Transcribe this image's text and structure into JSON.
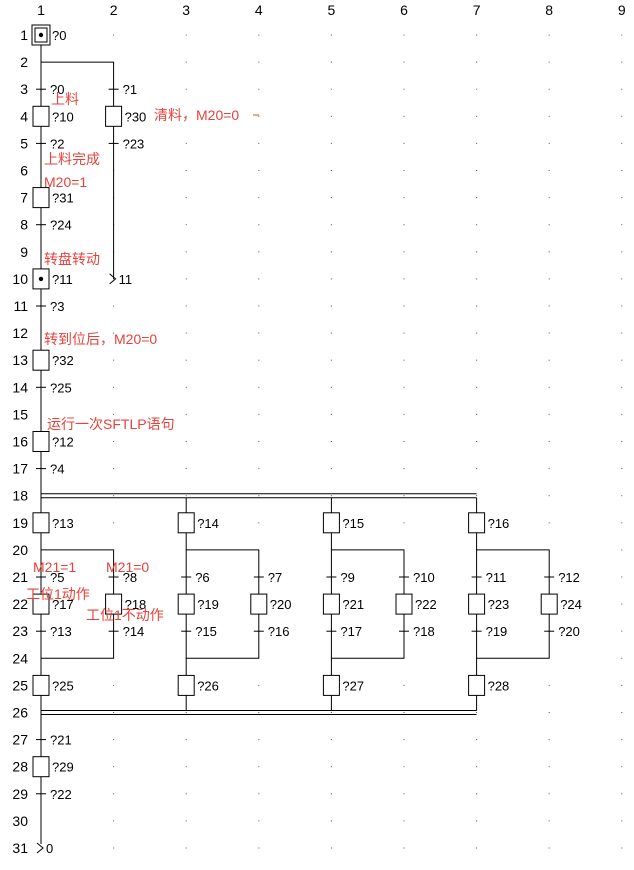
{
  "column_headers": [
    "1",
    "2",
    "3",
    "4",
    "5",
    "6",
    "7",
    "8",
    "9"
  ],
  "row_numbers": [
    "1",
    "2",
    "3",
    "4",
    "5",
    "6",
    "7",
    "8",
    "9",
    "10",
    "11",
    "12",
    "13",
    "14",
    "15",
    "16",
    "17",
    "18",
    "19",
    "20",
    "21",
    "22",
    "23",
    "24",
    "25",
    "26",
    "27",
    "28",
    "29",
    "30",
    "31"
  ],
  "steps": [
    {
      "col": 1,
      "row": 1,
      "label": "?0",
      "kind": "initial"
    },
    {
      "col": 1,
      "row": 4,
      "label": "?10"
    },
    {
      "col": 2,
      "row": 4,
      "label": "?30"
    },
    {
      "col": 1,
      "row": 7,
      "label": "?31"
    },
    {
      "col": 1,
      "row": 10,
      "label": "?11",
      "kind": "active"
    },
    {
      "col": 1,
      "row": 13,
      "label": "?32"
    },
    {
      "col": 1,
      "row": 16,
      "label": "?12"
    },
    {
      "col": 1,
      "row": 19,
      "label": "?13"
    },
    {
      "col": 3,
      "row": 19,
      "label": "?14"
    },
    {
      "col": 5,
      "row": 19,
      "label": "?15"
    },
    {
      "col": 7,
      "row": 19,
      "label": "?16"
    },
    {
      "col": 1,
      "row": 22,
      "label": "?17"
    },
    {
      "col": 2,
      "row": 22,
      "label": "?18"
    },
    {
      "col": 3,
      "row": 22,
      "label": "?19"
    },
    {
      "col": 4,
      "row": 22,
      "label": "?20"
    },
    {
      "col": 5,
      "row": 22,
      "label": "?21"
    },
    {
      "col": 6,
      "row": 22,
      "label": "?22"
    },
    {
      "col": 7,
      "row": 22,
      "label": "?23"
    },
    {
      "col": 8,
      "row": 22,
      "label": "?24"
    },
    {
      "col": 1,
      "row": 25,
      "label": "?25"
    },
    {
      "col": 3,
      "row": 25,
      "label": "?26"
    },
    {
      "col": 5,
      "row": 25,
      "label": "?27"
    },
    {
      "col": 7,
      "row": 25,
      "label": "?28"
    },
    {
      "col": 1,
      "row": 28,
      "label": "?29"
    }
  ],
  "transitions": [
    {
      "col": 1,
      "row": 3,
      "label": "?0"
    },
    {
      "col": 2,
      "row": 3,
      "label": "?1"
    },
    {
      "col": 1,
      "row": 5,
      "label": "?2"
    },
    {
      "col": 2,
      "row": 5,
      "label": "?23"
    },
    {
      "col": 1,
      "row": 8,
      "label": "?24"
    },
    {
      "col": 1,
      "row": 11,
      "label": "?3"
    },
    {
      "col": 1,
      "row": 14,
      "label": "?25"
    },
    {
      "col": 1,
      "row": 17,
      "label": "?4"
    },
    {
      "col": 1,
      "row": 21,
      "label": "?5"
    },
    {
      "col": 2,
      "row": 21,
      "label": "?8"
    },
    {
      "col": 3,
      "row": 21,
      "label": "?6"
    },
    {
      "col": 4,
      "row": 21,
      "label": "?7"
    },
    {
      "col": 5,
      "row": 21,
      "label": "?9"
    },
    {
      "col": 6,
      "row": 21,
      "label": "?10"
    },
    {
      "col": 7,
      "row": 21,
      "label": "?11"
    },
    {
      "col": 8,
      "row": 21,
      "label": "?12"
    },
    {
      "col": 1,
      "row": 23,
      "label": "?13"
    },
    {
      "col": 2,
      "row": 23,
      "label": "?14"
    },
    {
      "col": 3,
      "row": 23,
      "label": "?15"
    },
    {
      "col": 4,
      "row": 23,
      "label": "?16"
    },
    {
      "col": 5,
      "row": 23,
      "label": "?17"
    },
    {
      "col": 6,
      "row": 23,
      "label": "?18"
    },
    {
      "col": 7,
      "row": 23,
      "label": "?19"
    },
    {
      "col": 8,
      "row": 23,
      "label": "?20"
    },
    {
      "col": 1,
      "row": 27,
      "label": "?21"
    },
    {
      "col": 1,
      "row": 29,
      "label": "?22"
    }
  ],
  "jumps": [
    {
      "col": 2,
      "row": 10,
      "target": "11"
    },
    {
      "col": 1,
      "row": 31,
      "target": "0"
    }
  ],
  "annotations": [
    {
      "text": "上料",
      "at": "step-10"
    },
    {
      "text": "清料，M20=0",
      "at": "step-30"
    },
    {
      "text": "上料完成",
      "at": "row-6a"
    },
    {
      "text": "M20=1",
      "at": "row-6b"
    },
    {
      "text": "转盘转动",
      "at": "row-9"
    },
    {
      "text": "转到位后，M20=0",
      "at": "row-12"
    },
    {
      "text": "运行一次SFTLP语句",
      "at": "row-15"
    },
    {
      "text": "M21=1",
      "at": "row-20a"
    },
    {
      "text": "M21=0",
      "at": "row-20b"
    },
    {
      "text": "工位1动作",
      "at": "row-22a"
    },
    {
      "text": "工位1不动作",
      "at": "row-22b"
    }
  ],
  "colors": {
    "annotation": "#e8413a",
    "line": "#000000",
    "background": "#ffffff"
  }
}
